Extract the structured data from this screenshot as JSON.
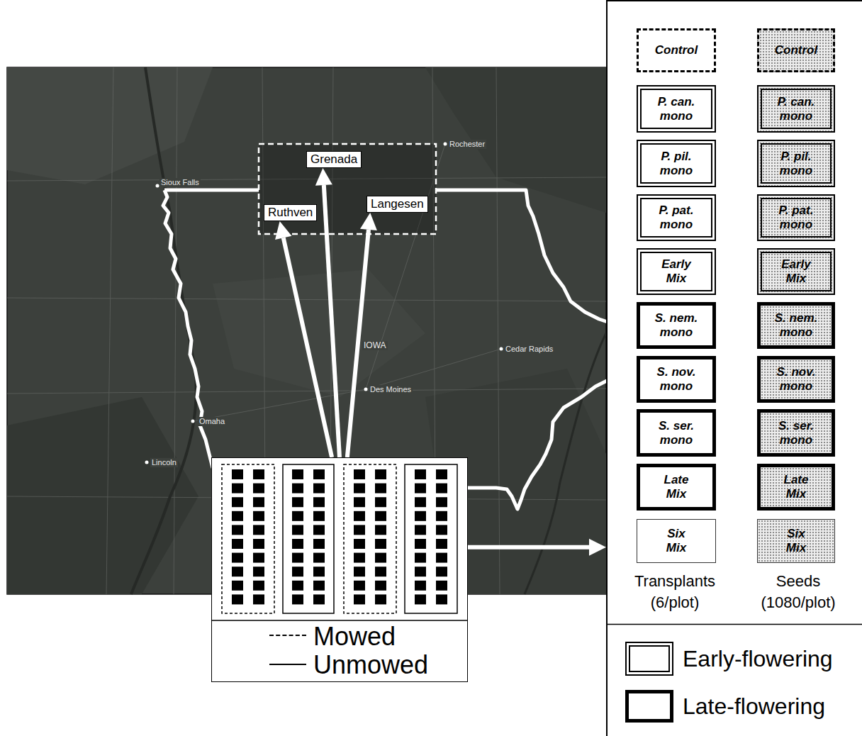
{
  "diagram": {
    "nodes": [
      {
        "text": [
          "Grenada"
        ]
      },
      {
        "text": [
          "Ruthven"
        ]
      },
      {
        "text": [
          "Langesen"
        ]
      },
      {
        "text": []
      },
      {
        "text": [
          "Transplants (6/plot)",
          "Seeds (1080/plot)"
        ]
      },
      {
        "text": [
          "Control"
        ],
        "in": 4
      },
      {
        "text": [
          "Control"
        ],
        "in": 4
      },
      {
        "text": [
          "P. can. mono"
        ],
        "in": 4
      },
      {
        "text": [
          "P. can. mono"
        ],
        "in": 4
      },
      {
        "text": [
          "P. pil. mono"
        ],
        "in": 4
      },
      {
        "text": [
          "P. pil. mono"
        ],
        "in": 4
      },
      {
        "text": [
          "P. pat. mono"
        ],
        "in": 4
      },
      {
        "text": [
          "P. pat. mono"
        ],
        "in": 4
      },
      {
        "text": [
          "Early Mix"
        ],
        "in": 4
      },
      {
        "text": [
          "Early Mix"
        ],
        "in": 4
      },
      {
        "text": [
          "S. nem. mono"
        ],
        "in": 4
      },
      {
        "text": [
          "S. nem. mono"
        ],
        "in": 4
      },
      {
        "text": [
          "S. nov. mono"
        ],
        "in": 4
      },
      {
        "text": [
          "S. nov. mono"
        ],
        "in": 4
      },
      {
        "text": [
          "S. ser. mono"
        ],
        "in": 4
      },
      {
        "text": [
          "S. ser. mono"
        ],
        "in": 4
      },
      {
        "text": [
          "Late Mix"
        ],
        "in": 4
      },
      {
        "text": [
          "Late Mix"
        ],
        "in": 4
      },
      {
        "text": [
          "Six Mix"
        ],
        "in": 4
      },
      {
        "text": [
          "Six Mix"
        ],
        "in": 4
      }
    ],
    "edges": [
      {
        "from": 3,
        "to": 0,
        "arrow": "to"
      },
      {
        "from": 3,
        "to": 1,
        "arrow": "to"
      },
      {
        "from": 3,
        "to": 2,
        "arrow": "to"
      },
      {
        "from": 3,
        "to": 4,
        "arrow": "to"
      }
    ],
    "labels": [
      "Rochester",
      "Sioux Falls",
      "IOWA",
      "Cedar Rapids",
      "Des Moines",
      "Omaha",
      "Lincoln"
    ],
    "legend": [
      {
        "text": "Mowed"
      },
      {
        "text": "Unmowed"
      },
      {
        "text": "Early-flowering"
      },
      {
        "text": "Late-flowering"
      }
    ]
  }
}
